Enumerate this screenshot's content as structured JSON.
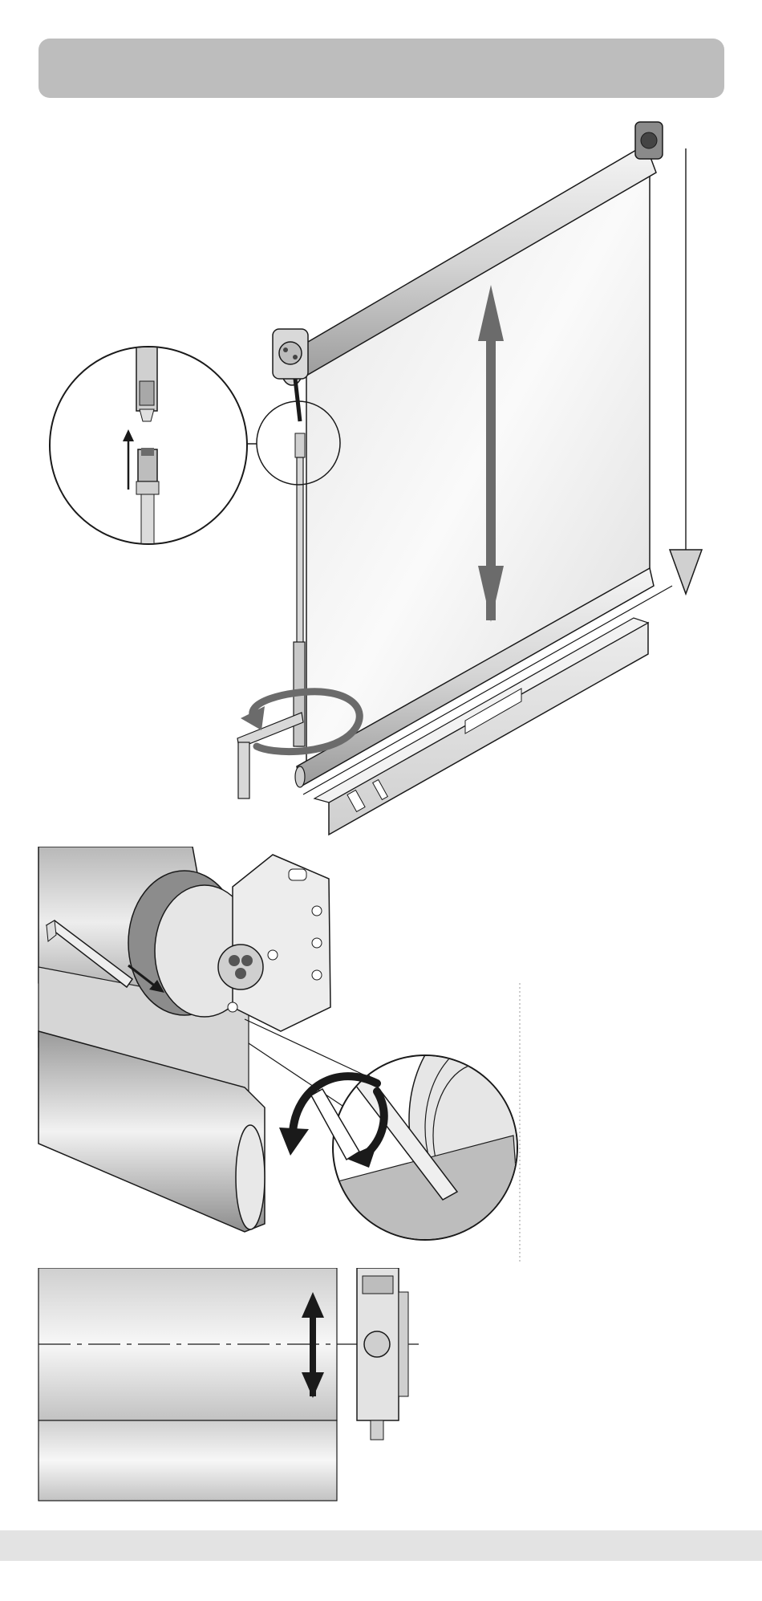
{
  "header": {
    "title": ""
  },
  "figures": [
    {
      "id": "figure-roller-blind-leveling",
      "icon": "roller-blind-leveling-illustration"
    },
    {
      "id": "figure-hex-key-adjustment",
      "icon": "hex-key-adjustment-illustration"
    },
    {
      "id": "figure-bracket-alignment",
      "icon": "bracket-alignment-illustration"
    }
  ],
  "footer": {
    "text": ""
  },
  "colors": {
    "header_bar": "#bdbdbd",
    "footer_bar": "#e3e3e3",
    "arrow_gray": "#6b6b6b",
    "line": "#1a1a1a"
  }
}
